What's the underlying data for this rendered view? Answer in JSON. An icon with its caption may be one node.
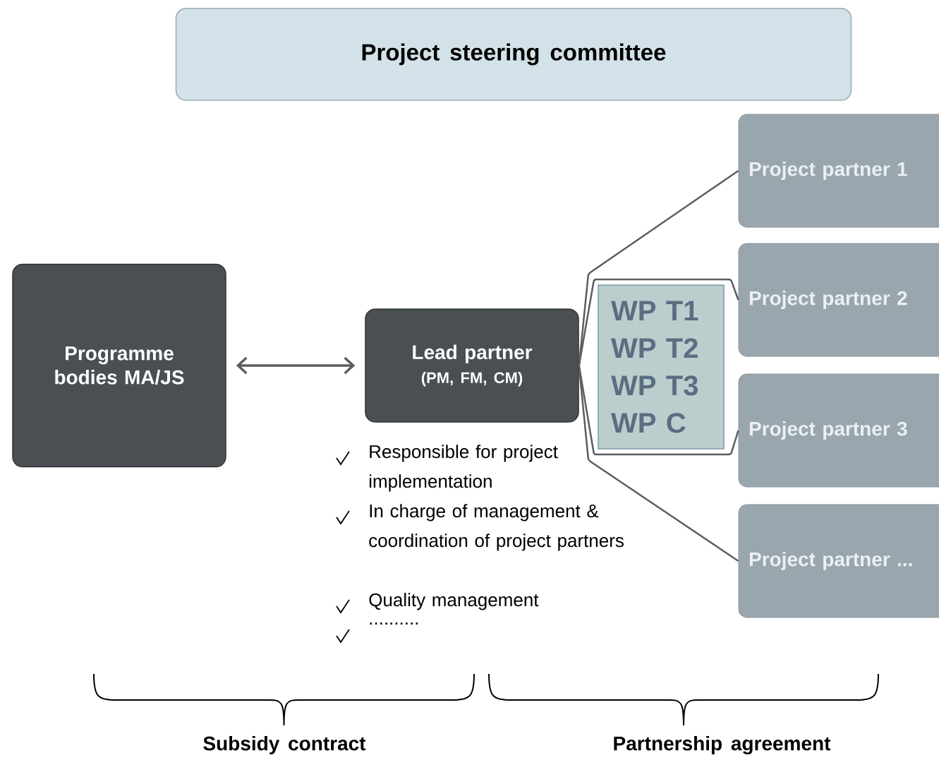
{
  "diagram": {
    "nodes": [
      {
        "text": [
          "Project steering  committee"
        ]
      },
      {
        "text": [
          "Programme bodies MA/JS"
        ]
      },
      {
        "text": [
          "Lead partner",
          "(PM, FM, CM)"
        ]
      },
      {
        "text": [
          "Project partner 1"
        ]
      },
      {
        "text": [
          "Project partner 2"
        ]
      },
      {
        "text": [
          "Project partner 3"
        ]
      },
      {
        "text": [
          "Project partner ..."
        ]
      },
      {
        "text": [
          "WP T1",
          "WP T2",
          "WP T3",
          "WP C"
        ]
      }
    ],
    "edges": [
      {
        "from": 1,
        "to": 2,
        "arrow": "both"
      },
      {
        "from": 2,
        "to": 3,
        "arrow": "none"
      },
      {
        "from": 2,
        "to": 4,
        "arrow": "none"
      },
      {
        "from": 2,
        "to": 5,
        "arrow": "none"
      },
      {
        "from": 2,
        "to": 6,
        "arrow": "none"
      }
    ],
    "labels": [
      "Responsible for project implementation",
      "In charge of management & coordination of project partners",
      "Quality management",
      "..........",
      "Subsidy contract",
      "Partnership agreement"
    ]
  }
}
